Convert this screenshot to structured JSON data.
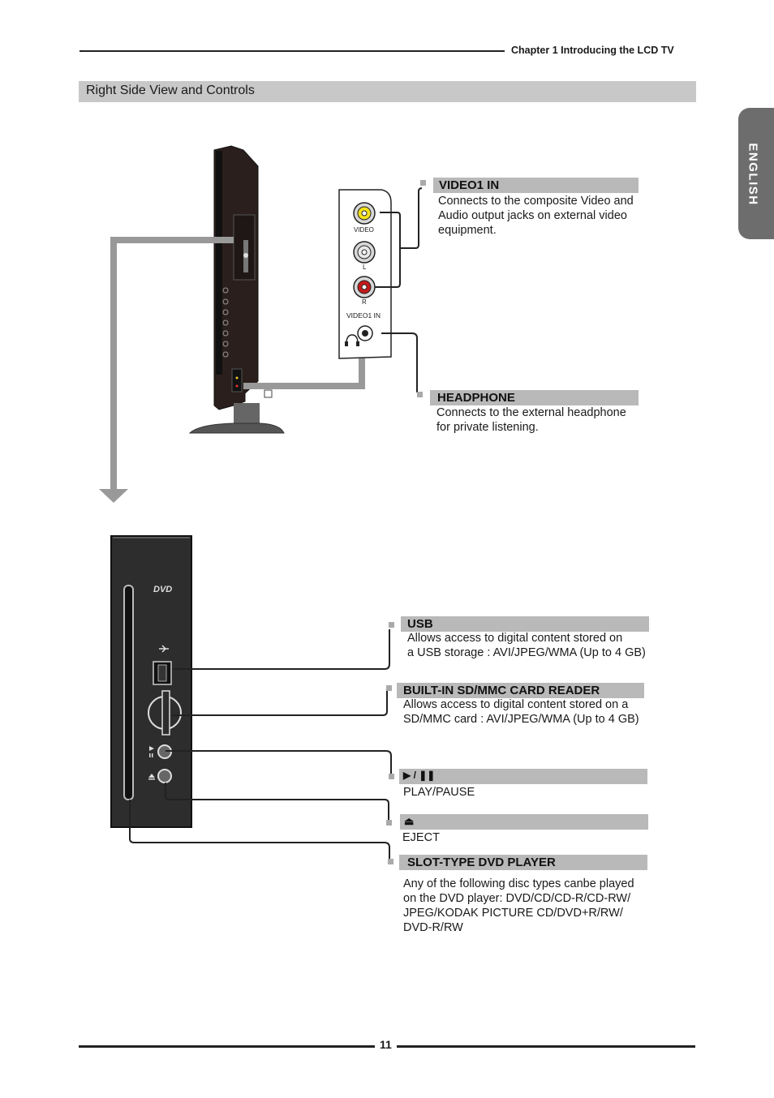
{
  "header": {
    "chapter": "Chapter 1  Introducing the LCD TV"
  },
  "section": {
    "title": "Right Side View and Controls"
  },
  "language_tab": {
    "label": "ENGLISH"
  },
  "jack_panel": {
    "video": "VIDEO",
    "left": "L",
    "right": "R",
    "group": "VIDEO1 IN"
  },
  "callouts": {
    "video1in": {
      "title": "VIDEO1 IN",
      "lines": [
        "Connects to the composite Video and",
        "Audio output jacks on external video",
        "equipment."
      ]
    },
    "headphone": {
      "title": "HEADPHONE",
      "lines": [
        "Connects to the external headphone",
        "for private listening."
      ]
    },
    "usb": {
      "title": "USB",
      "lines": [
        "Allows access to digital content stored on",
        "a USB storage : AVI/JPEG/WMA (Up to 4 GB)"
      ]
    },
    "card": {
      "title": "BUILT-IN SD/MMC CARD READER",
      "lines": [
        "Allows access to digital content stored on a",
        "SD/MMC card : AVI/JPEG/WMA (Up to 4 GB)"
      ]
    },
    "playpause": {
      "title": "▶ / ❚❚",
      "lines": [
        "PLAY/PAUSE"
      ]
    },
    "eject": {
      "title": "⏏",
      "lines": [
        "EJECT"
      ]
    },
    "dvd": {
      "title": "SLOT-TYPE DVD PLAYER",
      "lines": [
        "Any of the following disc types canbe played",
        "on the DVD player: DVD/CD/CD-R/CD-RW/",
        "JPEG/KODAK PICTURE CD/DVD+R/RW/",
        "DVD-R/RW"
      ]
    }
  },
  "dvd_logo": "DVD",
  "footer": {
    "page": "11"
  }
}
